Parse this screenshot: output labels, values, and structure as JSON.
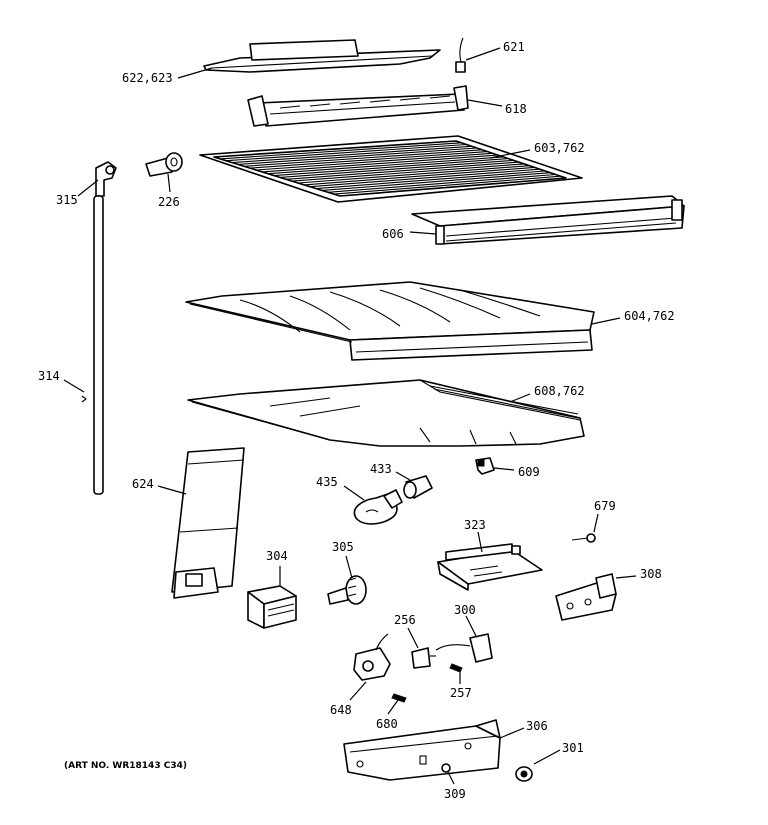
{
  "labels": {
    "p621": "621",
    "p622": "622,623",
    "p618": "618",
    "p603": "603,762",
    "p315": "315",
    "p226": "226",
    "p606": "606",
    "p604": "604,762",
    "p314": "314",
    "p608": "608,762",
    "p433": "433",
    "p609": "609",
    "p435": "435",
    "p624": "624",
    "p679": "679",
    "p323": "323",
    "p304": "304",
    "p305": "305",
    "p308": "308",
    "p256": "256",
    "p300": "300",
    "p257": "257",
    "p648": "648",
    "p680": "680",
    "p306": "306",
    "p301": "301",
    "p309": "309"
  },
  "art_number": "(ART NO. WR18143 C34)"
}
